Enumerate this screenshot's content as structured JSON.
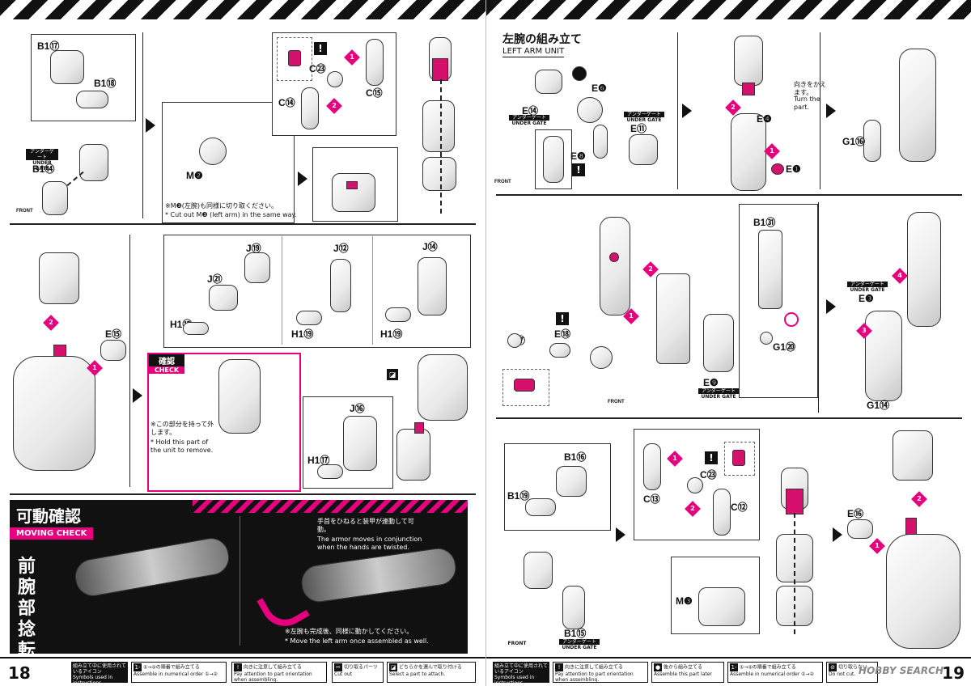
{
  "left_page": {
    "page_number": "18",
    "step1": {
      "labels": {
        "b1_17": "B1⑰",
        "b1_18": "B1⑱",
        "b1_14": "B1⑭",
        "m2": "M❷",
        "c23": "C㉓",
        "c14": "C⑭",
        "c15": "C⑮"
      },
      "under_gate_jp": "アンダーゲート",
      "under_gate_en": "UNDER GATE",
      "note_jp": "※M❸(左腕)も同様に切り取ください。",
      "note_en": "* Cut out M❸ (left arm) in the same way.",
      "marks": [
        "1",
        "2"
      ],
      "front": "FRONT"
    },
    "step2": {
      "labels": {
        "e15": "E⑮",
        "j19": "J⑲",
        "j21": "J㉑",
        "h1_15": "H1⑮",
        "j12": "J⑫",
        "h1_19a": "H1⑲",
        "j14": "J⑭",
        "h1_19b": "H1⑲",
        "j16": "J⑯",
        "h1_17": "H1⑰"
      },
      "check_jp": "確認",
      "check_en": "CHECK",
      "check_note_jp": "※この部分を持って外します。",
      "check_note_en": "* Hold this part of the unit to remove.",
      "marks": [
        "1",
        "2"
      ]
    },
    "moving_check": {
      "title_jp": "可動確認",
      "title_en": "MOVING CHECK",
      "feature": "前腕部捻転可動",
      "note1_jp": "手首をひねると装甲が連動して可動。",
      "note1_en": "The armor moves in conjunction when the hands are twisted.",
      "note2_jp": "※左腕も完成後、同様に動かしてください。",
      "note2_en": "* Move the left arm once assembled as well."
    }
  },
  "right_page": {
    "page_number": "19",
    "section_title_jp": "左腕の組み立て",
    "section_title_en": "LEFT ARM UNIT",
    "step1": {
      "labels": {
        "e6": "E❻",
        "e14": "E⑭",
        "e11": "E⑪",
        "e8": "E❽",
        "e4": "E❹",
        "e1": "E❶",
        "g1_16": "G1⑯"
      },
      "turn_jp": "向きをかえます。",
      "turn_en": "Turn the part.",
      "under_gate_jp": "アンダーゲート",
      "under_gate_en": "UNDER GATE",
      "front": "FRONT",
      "marks": [
        "1",
        "2"
      ]
    },
    "step2": {
      "labels": {
        "b1_31": "B1㉛",
        "g1_20": "G1⑳",
        "e17": "E⑰",
        "e18": "E⑱",
        "e9": "E❾",
        "e3": "E❸",
        "g1_14": "G1⑭"
      },
      "under_gate_jp": "アンダーゲート",
      "under_gate_en": "UNDER GATE",
      "front": "FRONT",
      "marks": [
        "1",
        "2",
        "3",
        "4"
      ]
    },
    "step3": {
      "labels": {
        "b1_16": "B1⑯",
        "b1_19": "B1⑲",
        "c13": "C⑬",
        "c23": "C㉓",
        "c12": "C⑫",
        "m3": "M❸",
        "e16": "E⑯",
        "b1_15": "B1⑮"
      },
      "under_gate_jp": "アンダーゲート",
      "under_gate_en": "UNDER GATE",
      "front": "FRONT",
      "marks": [
        "1",
        "2"
      ]
    },
    "watermark": "HOBBY SEARCH"
  },
  "footer": {
    "head_jp": "組み立て中に使用されているアイコン",
    "head_en": "Symbols used in instructions",
    "left_items": [
      {
        "icon": "1-2",
        "jp": "①→②の順番で組み立てる",
        "en": "Assemble in numerical order ①→②"
      },
      {
        "icon": "!",
        "jp": "向きに注意して組み立てる",
        "en": "Pay attention to part orientation when assembling."
      },
      {
        "icon": "✂",
        "jp": "切り取るパーツ",
        "en": "Cut out"
      },
      {
        "icon": "◪",
        "jp": "どちらかを選んで取り付ける",
        "en": "Select a part to attach."
      }
    ],
    "right_items": [
      {
        "icon": "!",
        "jp": "向きに注意して組み立てる",
        "en": "Pay attention to part orientation when assembling."
      },
      {
        "icon": "●",
        "jp": "後から組み立てる",
        "en": "Assemble this part later"
      },
      {
        "icon": "1-2",
        "jp": "①→②の順番で組み立てる",
        "en": "Assemble in numerical order ①→②"
      },
      {
        "icon": "⊘",
        "jp": "切り取らない",
        "en": "Do not cut."
      }
    ]
  }
}
